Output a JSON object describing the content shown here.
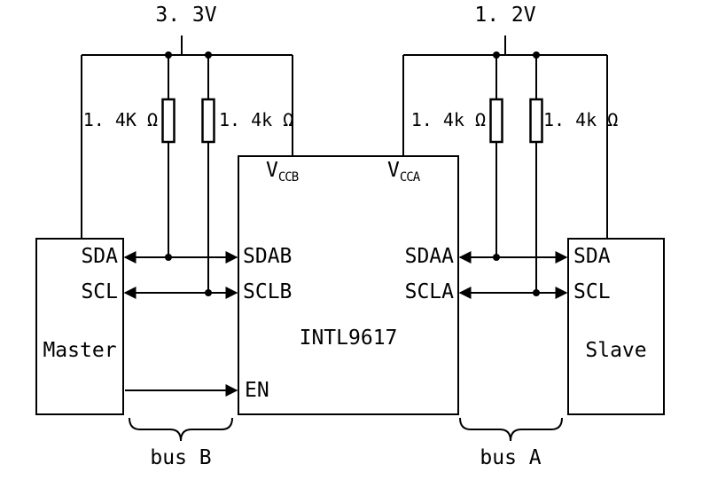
{
  "diagram": {
    "supplies": {
      "left": "3. 3V",
      "right": "1. 2V"
    },
    "resistors": {
      "left_a": "1. 4K Ω",
      "left_b": "1. 4k Ω",
      "right_a": "1. 4k Ω",
      "right_b": "1. 4k Ω"
    },
    "master": {
      "title": "Master",
      "sda": "SDA",
      "scl": "SCL"
    },
    "chip": {
      "title": "INTL9617",
      "vccb_base": "V",
      "vccb_sub": "CCB",
      "vcca_base": "V",
      "vcca_sub": "CCA",
      "sdab": "SDAB",
      "sclb": "SCLB",
      "sdaa": "SDAA",
      "scla": "SCLA",
      "en": "EN"
    },
    "slave": {
      "title": "Slave",
      "sda": "SDA",
      "scl": "SCL"
    },
    "buses": {
      "left": "bus B",
      "right": "bus A"
    },
    "colors": {
      "wire": "#000000",
      "text": "#000000",
      "background": "#ffffff"
    }
  }
}
